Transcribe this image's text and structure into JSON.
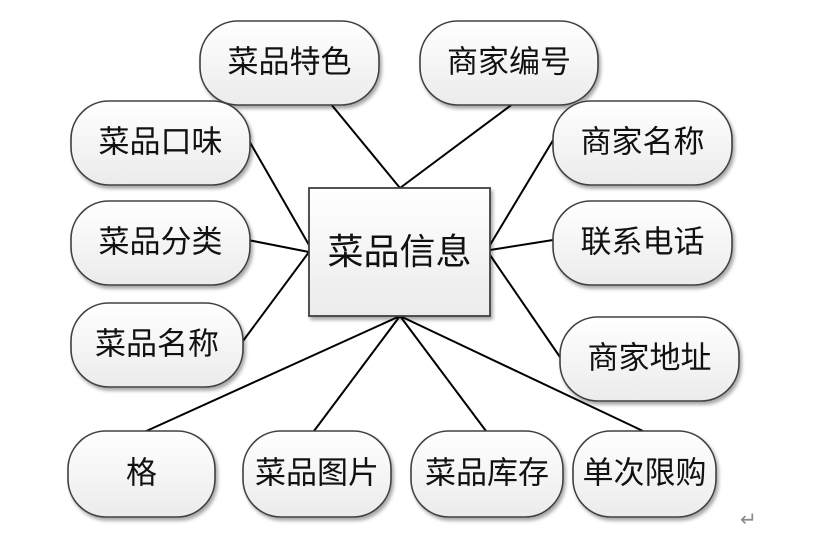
{
  "entity": {
    "label": "菜品信息"
  },
  "attributes": [
    {
      "id": "dish-feature",
      "label": "菜品特色"
    },
    {
      "id": "merchant-number",
      "label": "商家编号"
    },
    {
      "id": "dish-taste",
      "label": "菜品口味"
    },
    {
      "id": "merchant-name",
      "label": "商家名称"
    },
    {
      "id": "dish-category",
      "label": "菜品分类"
    },
    {
      "id": "contact-phone",
      "label": "联系电话"
    },
    {
      "id": "dish-name",
      "label": "菜品名称"
    },
    {
      "id": "merchant-address",
      "label": "商家地址"
    },
    {
      "id": "price",
      "label": "格"
    },
    {
      "id": "dish-image",
      "label": "菜品图片"
    },
    {
      "id": "dish-stock",
      "label": "菜品库存"
    },
    {
      "id": "single-order-limit",
      "label": "单次限购"
    }
  ],
  "paragraph_mark": "↵"
}
